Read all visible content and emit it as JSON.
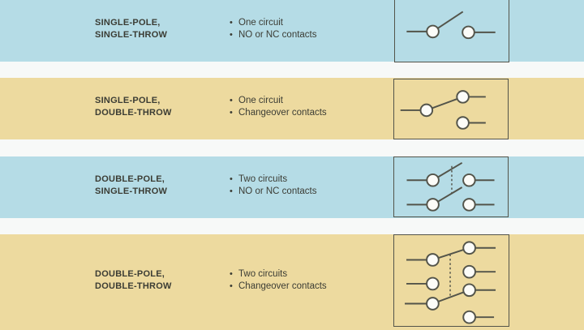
{
  "bullet_char": "•",
  "colors": {
    "row_blue": "#b5dce6",
    "row_yellow": "#edda9f",
    "gap": "#f7f9f8",
    "stroke": "#53544a",
    "circle_fill": "#fcfcf8",
    "text": "#3b3c34"
  },
  "rows": [
    {
      "title": [
        "SINGLE-POLE,",
        "SINGLE-THROW"
      ],
      "bullets": [
        "One circuit",
        "NO or NC contacts"
      ],
      "symbol": "spst-switch-symbol"
    },
    {
      "title": [
        "SINGLE-POLE,",
        "DOUBLE-THROW"
      ],
      "bullets": [
        "One circuit",
        "Changeover contacts"
      ],
      "symbol": "spdt-switch-symbol"
    },
    {
      "title": [
        "DOUBLE-POLE,",
        "SINGLE-THROW"
      ],
      "bullets": [
        "Two circuits",
        "NO or NC contacts"
      ],
      "symbol": "dpst-switch-symbol"
    },
    {
      "title": [
        "DOUBLE-POLE,",
        "DOUBLE-THROW"
      ],
      "bullets": [
        "Two circuits",
        "Changeover contacts"
      ],
      "symbol": "dpdt-switch-symbol"
    }
  ]
}
